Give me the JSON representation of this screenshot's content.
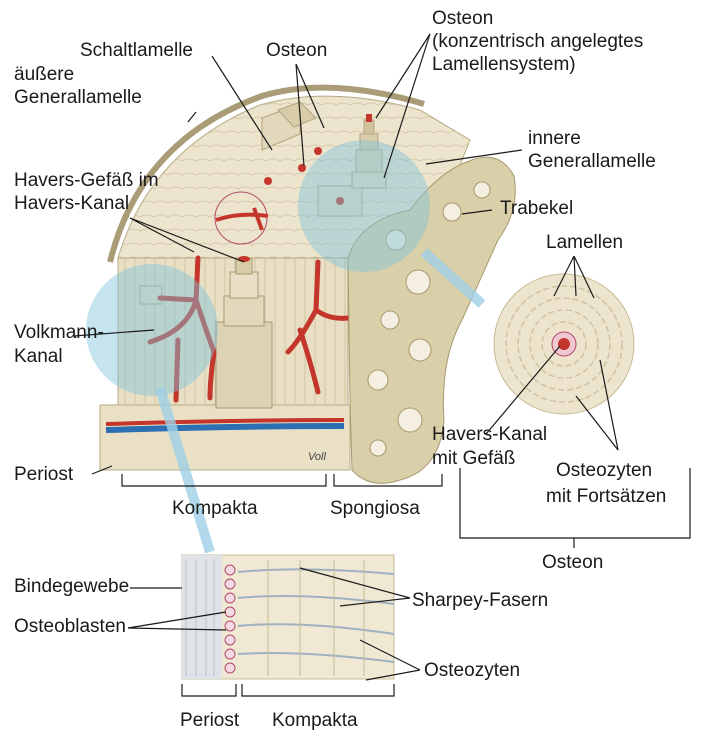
{
  "labels": {
    "schaltlamelle": "Schaltlamelle",
    "osteon_top": "Osteon",
    "osteon_conc_1": "Osteon",
    "osteon_conc_2": "(konzentrisch angelegtes",
    "osteon_conc_3": "Lamellensystem)",
    "aeussere_1": "äußere",
    "aeussere_2": "Generallamelle",
    "innere_1": "innere",
    "innere_2": "Generallamelle",
    "havers_gefaess_1": "Havers-Gefäß im",
    "havers_gefaess_2": "Havers-Kanal",
    "trabekel": "Trabekel",
    "lamellen": "Lamellen",
    "volkmann_1": "Volkmann-",
    "volkmann_2": "Kanal",
    "havers_kanal_1": "Havers-Kanal",
    "havers_kanal_2": "mit Gefäß",
    "osteozyten_fort_1": "Osteozyten",
    "osteozyten_fort_2": "mit Fortsätzen",
    "periost": "Periost",
    "kompakta": "Kompakta",
    "spongiosa": "Spongiosa",
    "osteon_bottom": "Osteon",
    "bindegewebe": "Bindegewebe",
    "osteoblasten": "Osteoblasten",
    "sharpey": "Sharpey-Fasern",
    "osteozyten": "Osteozyten",
    "periost_bottom": "Periost",
    "kompakta_bottom": "Kompakta",
    "signature": "Voll"
  },
  "colors": {
    "bone": "#ece4cc",
    "bone_dark": "#c9bd98",
    "vessel_red": "#c4352c",
    "vessel_blue": "#2d6fb3",
    "highlight_blue": "#7fc3dc",
    "spongiosa": "#d9cfa8"
  }
}
